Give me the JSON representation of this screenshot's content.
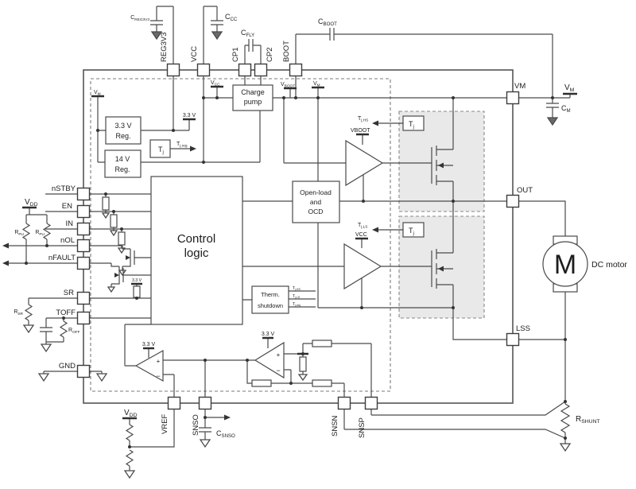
{
  "chip": {
    "pins_top": [
      "REG3V3",
      "VCC",
      "CP1",
      "CP2",
      "BOOT"
    ],
    "pins_left": [
      "nSTBY",
      "EN",
      "IN",
      "nOL",
      "nFAULT",
      "SR",
      "TOFF",
      "GND"
    ],
    "pins_right": [
      "VM",
      "OUT",
      "LSS"
    ],
    "pins_bottom": [
      "VREF",
      "SNSO",
      "SNSN",
      "SNSP"
    ],
    "blocks": {
      "reg33_l1": "3.3 V",
      "reg33_l2": "Reg.",
      "reg14_l1": "14 V",
      "reg14_l2": "Reg.",
      "charge_l1": "Charge",
      "charge_l2": "pump",
      "control_l1": "Control",
      "control_l2": "logic",
      "ocd_l1": "Open-load",
      "ocd_l2": "and",
      "ocd_l3": "OCD",
      "therm_l1": "Therm.",
      "therm_l2": "shutdown",
      "tj_m": "T",
      "tj_s": "j"
    },
    "signals": {
      "tjhs_m": "T",
      "tjhs_s": "j,HS",
      "tjls_m": "T",
      "tjls_s": "j,LS",
      "tjreg_m": "T",
      "tjreg_s": "j,reg",
      "v33": "3.3 V",
      "plus": "+",
      "minus": "−"
    },
    "supplies": {
      "vm_m": "V",
      "vm_s": "M",
      "vcc_m": "V",
      "vcc_s": "CC",
      "vboot_m": "V",
      "vboot_s": "BOOT",
      "vdd_m": "V",
      "vdd_s": "DD",
      "vboot_plain": "VBOOT",
      "vcc_plain": "VCC"
    },
    "components": {
      "creg3v3_m": "C",
      "creg3v3_s": "REG3V3",
      "ccc_m": "C",
      "ccc_s": "CC",
      "cfly_m": "C",
      "cfly_s": "FLY",
      "cboot_m": "C",
      "cboot_s": "BOOT",
      "cm_m": "C",
      "cm_s": "M",
      "csnso_m": "C",
      "csnso_s": "SNSO",
      "rpu_m": "R",
      "rpu_s": "PU",
      "rsr_m": "R",
      "rsr_s": "SR",
      "roff_m": "R",
      "roff_s": "OFF",
      "rshunt_m": "R",
      "rshunt_s": "SHUNT",
      "motor_letter": "M",
      "motor_label": "DC motor"
    }
  }
}
